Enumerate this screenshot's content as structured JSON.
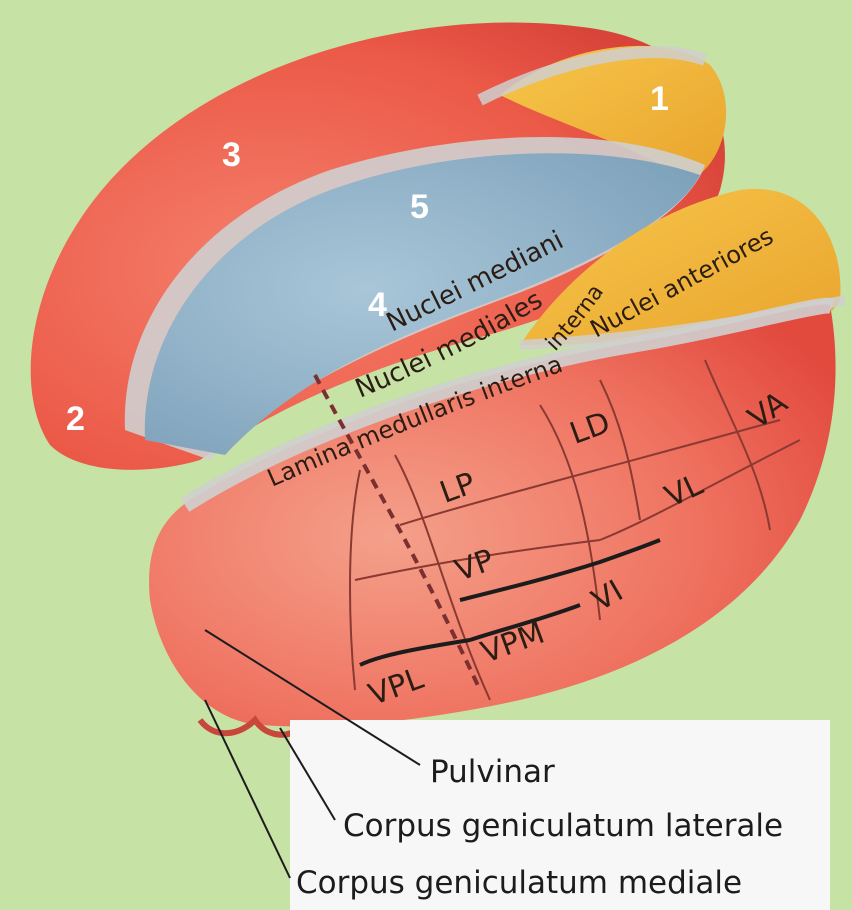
{
  "colors": {
    "background": "#c6e2a4",
    "medial_blue": "#8fb2c9",
    "anterior_yellow": "#f2b43a",
    "lateral_red": "#ee5446",
    "white_matter": "#cfcfcf"
  },
  "numbers": {
    "n1": "1",
    "n2": "2",
    "n3": "3",
    "n4": "4",
    "n5": "5"
  },
  "nuclei": {
    "mediani": "Nuclei mediani",
    "mediales": "Nuclei mediales",
    "anteriores": "Nuclei anteriores",
    "interna": "interna",
    "lamina": "Lamina medullaris interna",
    "LD": "LD",
    "VA": "VA",
    "LP": "LP",
    "VL": "VL",
    "VP": "VP",
    "VI": "VI",
    "VPM": "VPM",
    "VPL": "VPL"
  },
  "labels": {
    "pulvinar": "Pulvinar",
    "cgl": "Corpus geniculatum laterale",
    "cgm": "Corpus geniculatum mediale"
  }
}
